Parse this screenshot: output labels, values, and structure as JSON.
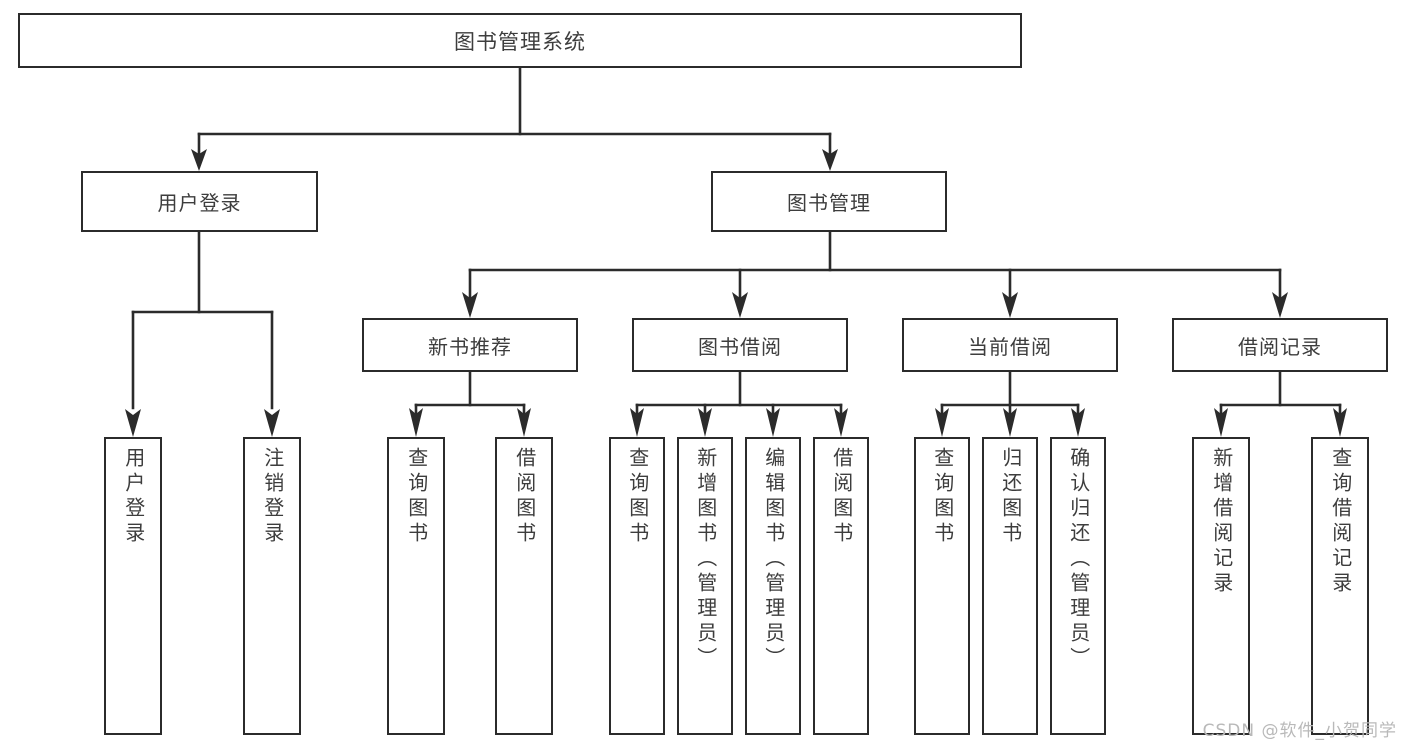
{
  "diagram": {
    "title": "图书管理系统",
    "type": "tree-hierarchy",
    "root": {
      "label": "图书管理系统"
    },
    "level2": [
      {
        "label": "用户登录"
      },
      {
        "label": "图书管理"
      }
    ],
    "level3": [
      {
        "label": "新书推荐"
      },
      {
        "label": "图书借阅"
      },
      {
        "label": "当前借阅"
      },
      {
        "label": "借阅记录"
      }
    ],
    "leaves": [
      {
        "label": "用户登录",
        "parent": "用户登录"
      },
      {
        "label": "注销登录",
        "parent": "用户登录"
      },
      {
        "label": "查询图书",
        "parent": "新书推荐"
      },
      {
        "label": "借阅图书",
        "parent": "新书推荐"
      },
      {
        "label": "查询图书",
        "parent": "图书借阅"
      },
      {
        "label": "新增图书（管理员）",
        "parent": "图书借阅"
      },
      {
        "label": "编辑图书（管理员）",
        "parent": "图书借阅"
      },
      {
        "label": "借阅图书",
        "parent": "图书借阅"
      },
      {
        "label": "查询图书",
        "parent": "当前借阅"
      },
      {
        "label": "归还图书",
        "parent": "当前借阅"
      },
      {
        "label": "确认归还（管理员）",
        "parent": "当前借阅"
      },
      {
        "label": "新增借阅记录",
        "parent": "借阅记录"
      },
      {
        "label": "查询借阅记录",
        "parent": "借阅记录"
      }
    ]
  },
  "watermark": {
    "text": "CSDN @软件_小贺同学"
  },
  "colors": {
    "box_border": "#2b2b2b",
    "box_fill": "#ffffff",
    "text": "#3d3d3d",
    "edge": "#2b2b2b",
    "watermark": "#b9b9b9",
    "background": "#ffffff"
  }
}
